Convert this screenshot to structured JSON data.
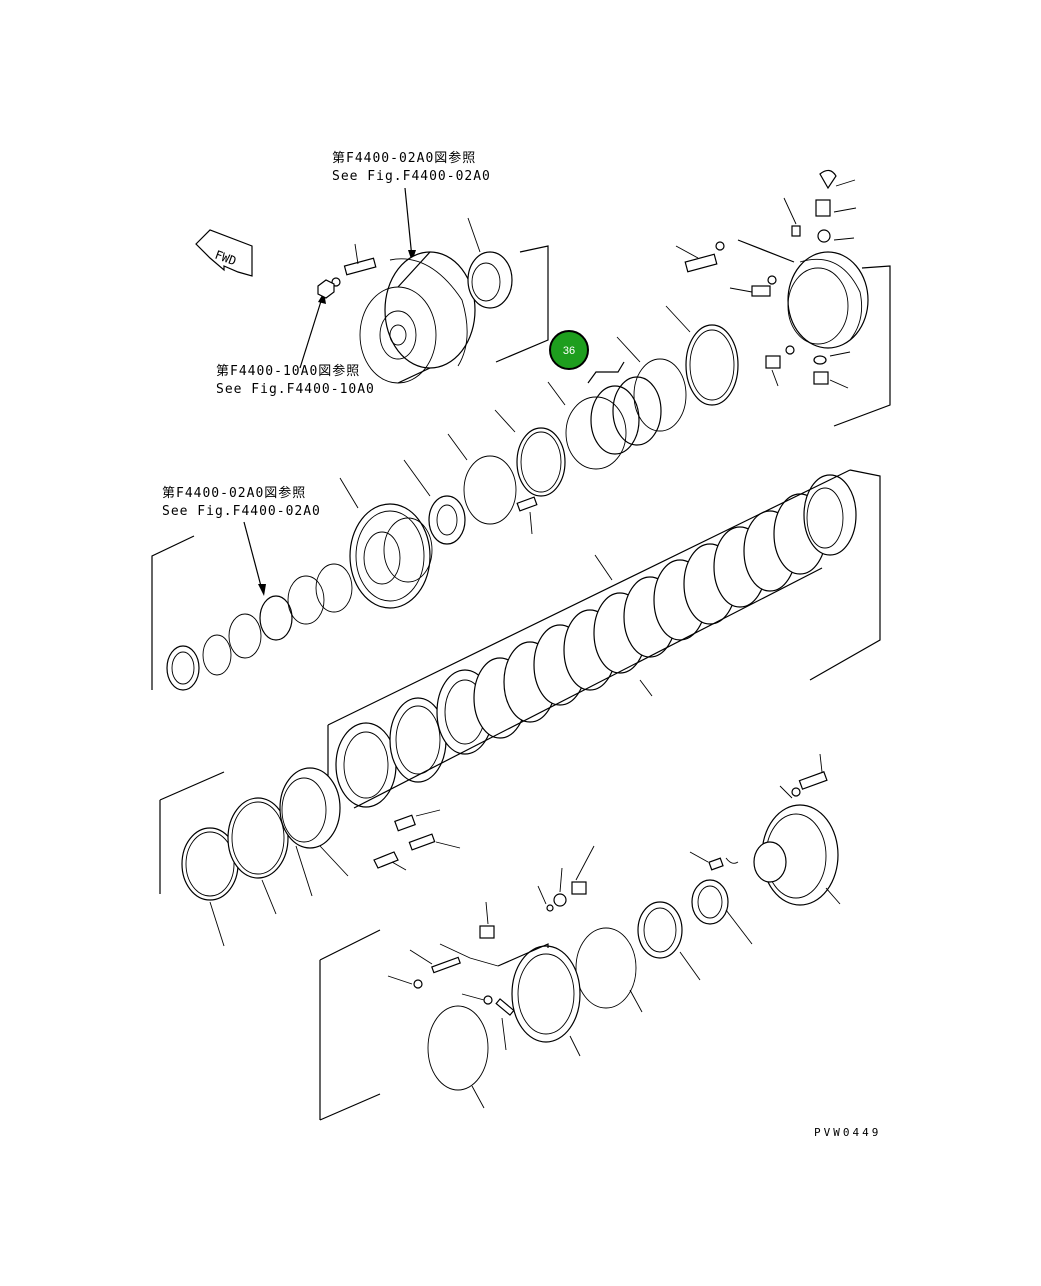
{
  "references": {
    "ref_top_jp": "第F4400-02A0図参照",
    "ref_top_en": "See Fig.F4400-02A0",
    "ref_mid_jp": "第F4400-10A0図参照",
    "ref_mid_en": "See Fig.F4400-10A0",
    "ref_left_jp": "第F4400-02A0図参照",
    "ref_left_en": "See Fig.F4400-02A0"
  },
  "direction_label": "FWD",
  "callout": {
    "number": "36",
    "color": "#1e9e1e"
  },
  "figure_code": "PVW0449"
}
